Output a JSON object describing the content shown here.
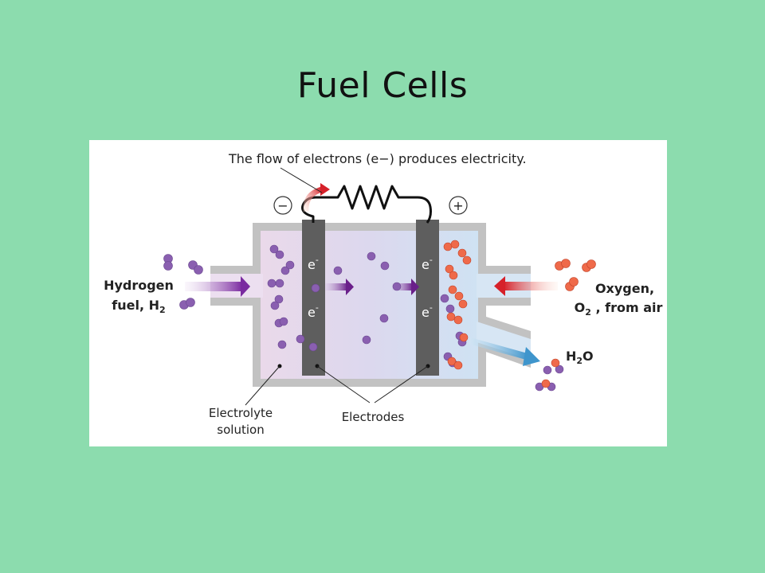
{
  "slide": {
    "title": "Fuel Cells"
  },
  "diagram": {
    "top_caption": "The flow of electrons (e−) produces electricity.",
    "negative_terminal": "−",
    "positive_terminal": "+",
    "electron": {
      "base": "e",
      "sup": "-"
    },
    "hydrogen_label": {
      "line1": "Hydrogen",
      "line2_text": "fuel, H",
      "line2_sub": "2"
    },
    "oxygen_label": {
      "line1": "Oxygen,",
      "line2_pre": "O",
      "line2_sub": "2",
      "line2_post": " , from air"
    },
    "water_label": {
      "pre": "H",
      "sub": "2",
      "post": "O"
    },
    "electrolyte_label": {
      "line1": "Electrolyte",
      "line2": "solution"
    },
    "electrodes_label": "Electrodes",
    "colors": {
      "background": "#8cdcae",
      "hydrogen_molecule": "#8a5fb0",
      "oxygen_molecule": "#e8523a",
      "electrode": "#5e5e5e",
      "electron_arrow": "#6a1f8a",
      "oxygen_arrow": "#d6212a",
      "water_arrow": "#4b9fd0",
      "wire": "#111111"
    }
  }
}
